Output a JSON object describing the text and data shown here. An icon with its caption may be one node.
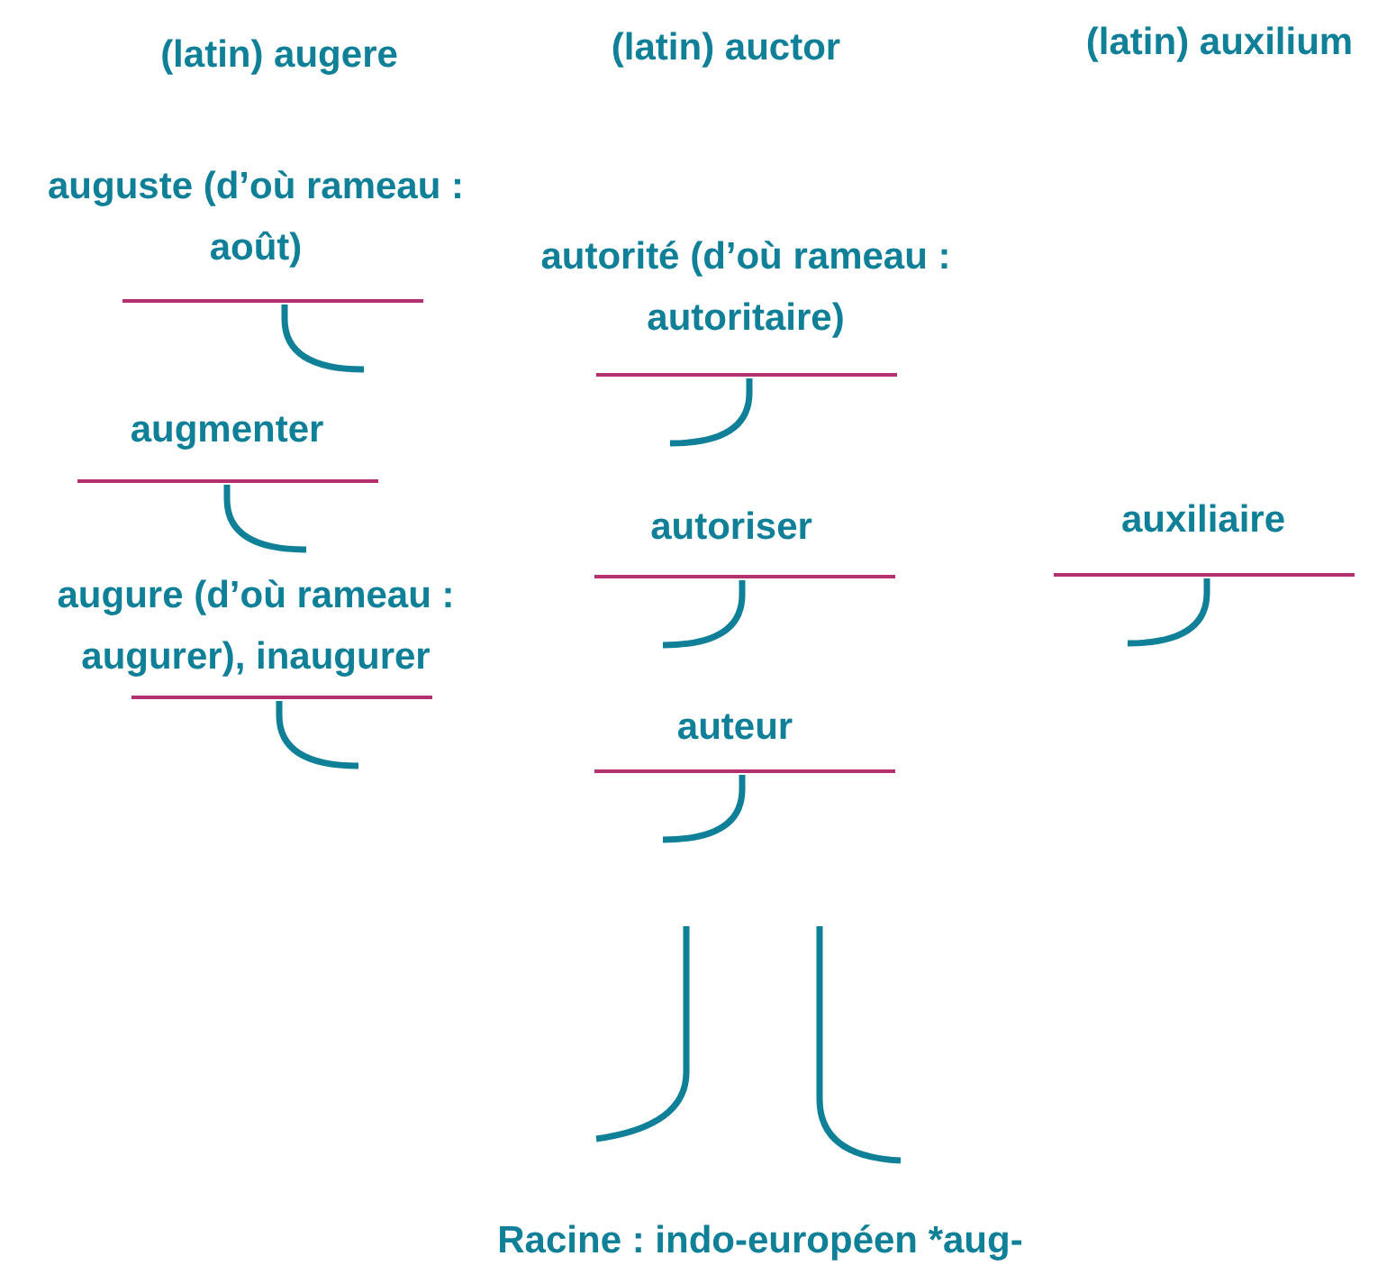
{
  "diagram": {
    "labels": [
      "(latin) augere",
      "(latin) auctor",
      "(latin) auxilium",
      "auguste (d’où rameau : août)",
      "autorité (d’où rameau : autoritaire)",
      "augmenter",
      "autoriser",
      "auxiliaire",
      "augure (d’où rameau : augurer), inaugurer",
      "auteur",
      "Racine : indo-européen *aug-"
    ]
  }
}
